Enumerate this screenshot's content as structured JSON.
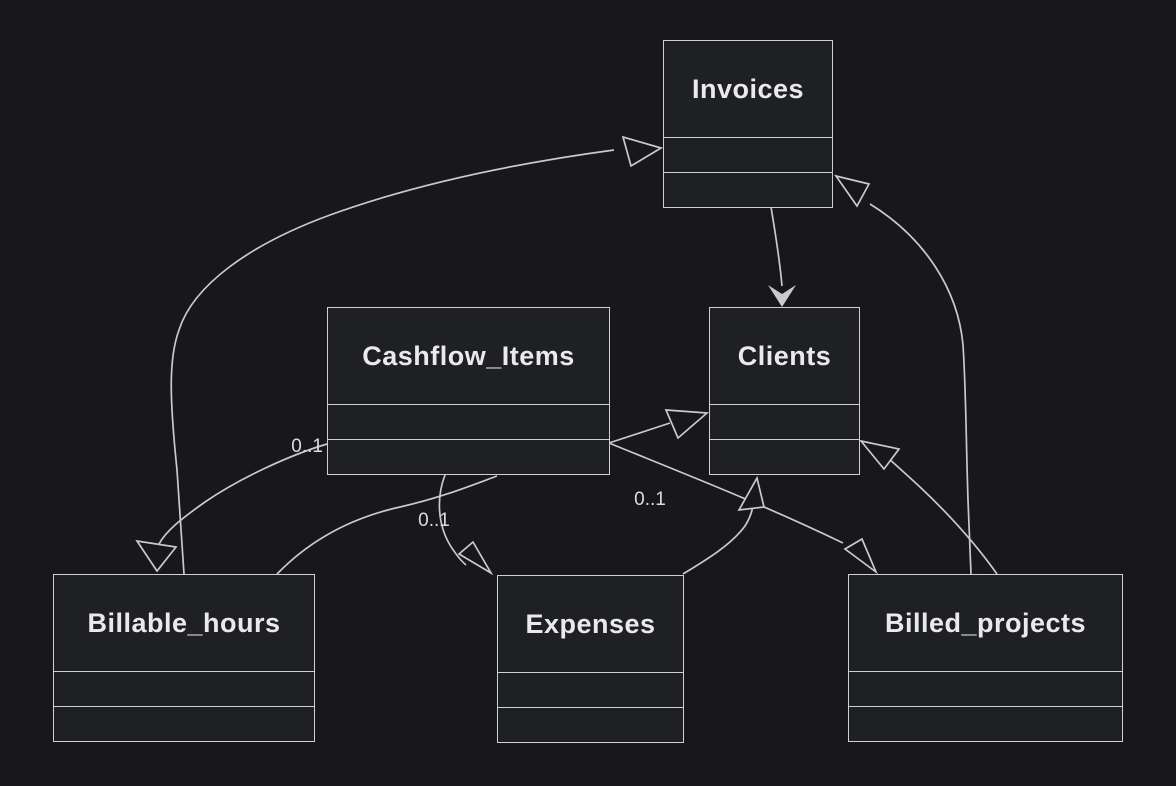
{
  "diagram_type": "uml-class-diagram",
  "theme": {
    "background": "#18181c",
    "node_fill": "#1f2023",
    "node_border": "#cfd0d1",
    "edge_color": "#c9cacb",
    "text_color": "#eaeaea"
  },
  "nodes": {
    "invoices": {
      "title": "Invoices",
      "attribute_rows": 2
    },
    "cashflow_items": {
      "title": "Cashflow_Items",
      "attribute_rows": 2
    },
    "clients": {
      "title": "Clients",
      "attribute_rows": 2
    },
    "billable_hours": {
      "title": "Billable_hours",
      "attribute_rows": 2
    },
    "expenses": {
      "title": "Expenses",
      "attribute_rows": 2
    },
    "billed_projects": {
      "title": "Billed_projects",
      "attribute_rows": 2
    }
  },
  "cardinalities": {
    "cashflow_to_billable": "0..1",
    "cashflow_to_expenses": "0..1",
    "cashflow_to_billed": "0..1"
  },
  "relations": [
    {
      "from": "Billable_hours",
      "to": "Invoices",
      "arrowhead": "hollow-triangle",
      "label": ""
    },
    {
      "from": "Cashflow_Items",
      "to": "Billable_hours",
      "arrowhead": "hollow-triangle",
      "label": "0..1"
    },
    {
      "from": "Billable_hours",
      "to": "Cashflow_Items",
      "arrowhead": "none",
      "label": ""
    },
    {
      "from": "Cashflow_Items",
      "to": "Expenses",
      "arrowhead": "hollow-triangle",
      "label": "0..1"
    },
    {
      "from": "Cashflow_Items",
      "to": "Clients",
      "arrowhead": "hollow-triangle",
      "label": ""
    },
    {
      "from": "Cashflow_Items",
      "to": "Billed_projects",
      "arrowhead": "hollow-triangle",
      "label": "0..1"
    },
    {
      "from": "Expenses",
      "to": "Clients",
      "arrowhead": "hollow-triangle",
      "label": ""
    },
    {
      "from": "Invoices",
      "to": "Clients",
      "arrowhead": "vee",
      "label": ""
    },
    {
      "from": "Billed_projects",
      "to": "Invoices",
      "arrowhead": "hollow-triangle",
      "label": ""
    },
    {
      "from": "Billed_projects",
      "to": "Clients",
      "arrowhead": "hollow-triangle",
      "label": ""
    }
  ]
}
